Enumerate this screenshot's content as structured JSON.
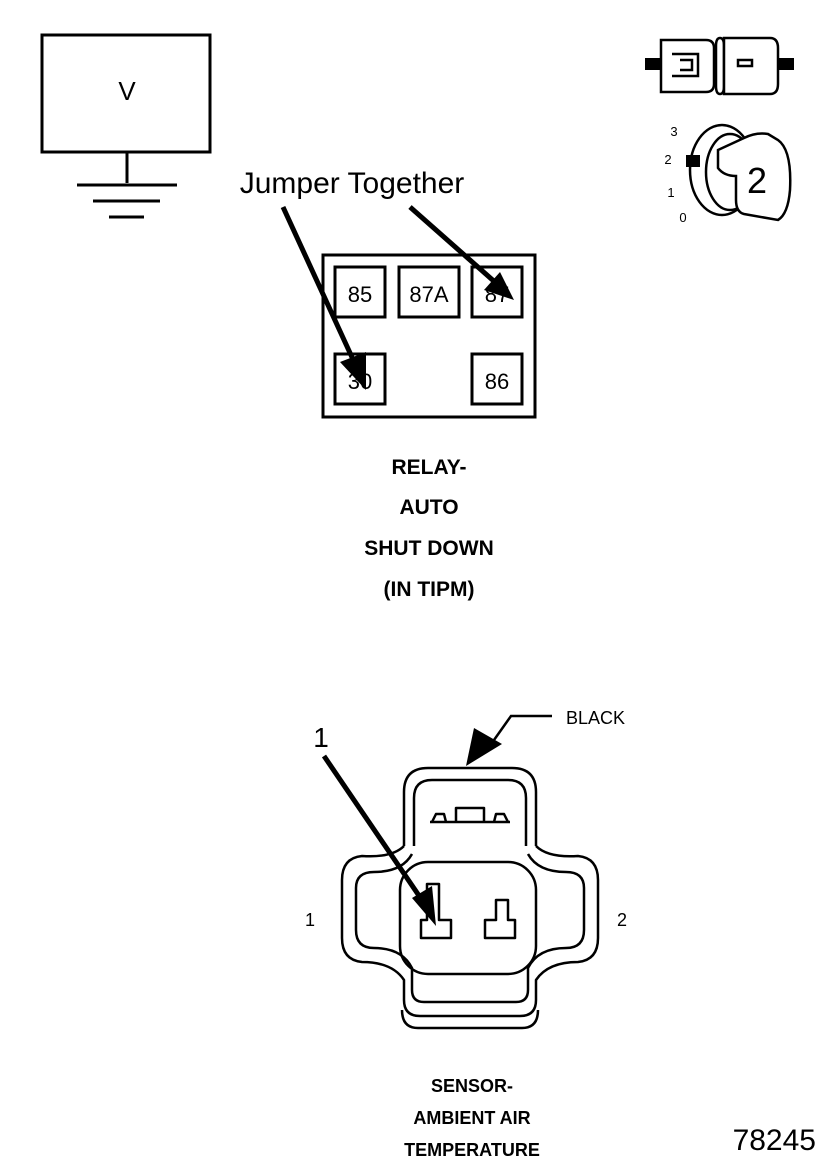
{
  "meter": {
    "label": "V"
  },
  "jumper": {
    "label": "Jumper Together"
  },
  "ignition": {
    "positions": [
      "3",
      "2",
      "1",
      "0"
    ],
    "key_position": "2"
  },
  "relay": {
    "terminals": {
      "t85": "85",
      "t87a": "87A",
      "t87": "87",
      "t30": "30",
      "t86": "86"
    },
    "caption": [
      "RELAY-",
      "AUTO",
      "SHUT DOWN",
      "(IN TIPM)"
    ]
  },
  "sensor": {
    "callout": "1",
    "color_label": "BLACK",
    "pin_left": "1",
    "pin_right": "2",
    "caption": [
      "SENSOR-",
      "AMBIENT AIR",
      "TEMPERATURE"
    ]
  },
  "figure_number": "78245",
  "colors": {
    "ink": "#000000",
    "paper": "#ffffff"
  }
}
